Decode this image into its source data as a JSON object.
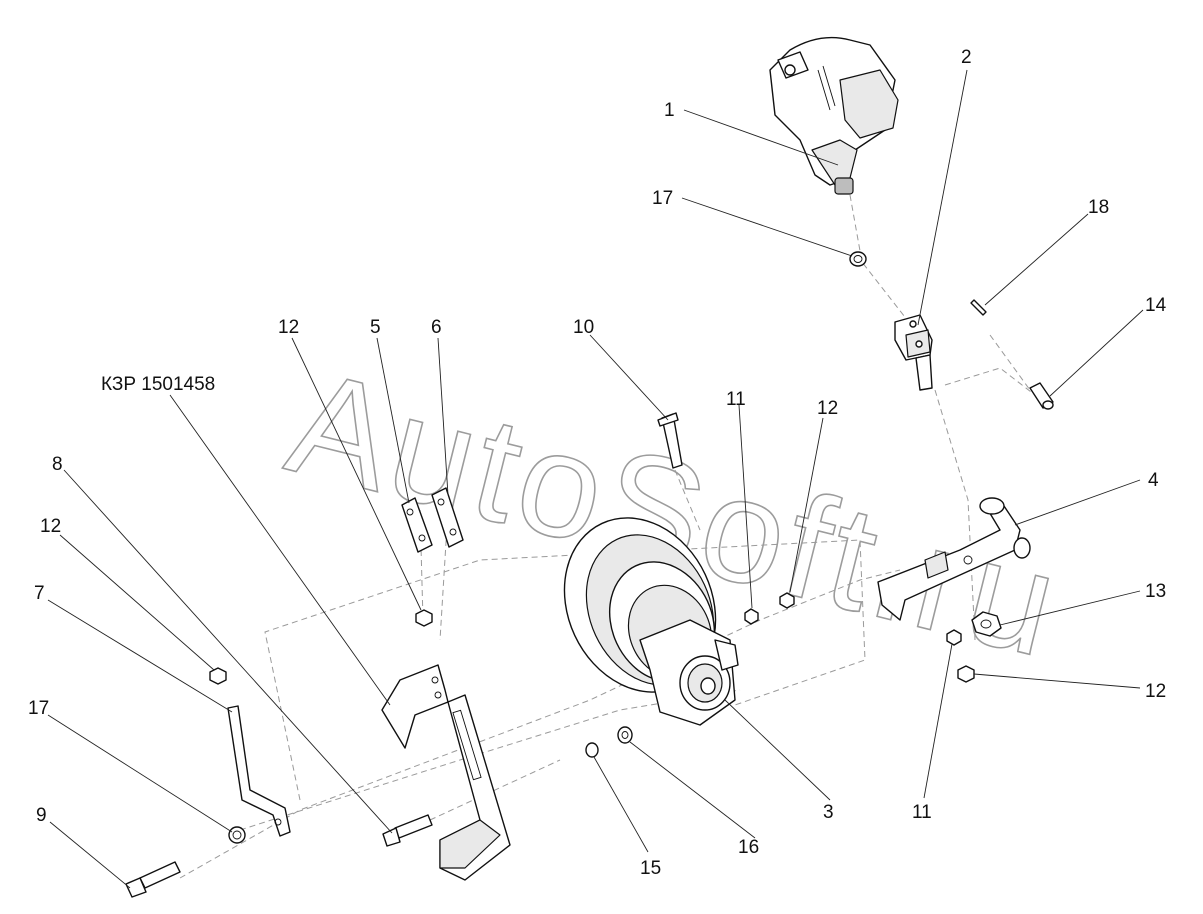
{
  "drawing": {
    "reference_label": "КЗР 1501458",
    "watermark": "AutoSoft.ru",
    "callouts": {
      "p1": "1",
      "p2": "2",
      "p3": "3",
      "p4": "4",
      "p5": "5",
      "p6": "6",
      "p7": "7",
      "p8": "8",
      "p9": "9",
      "p10": "10",
      "p11a": "11",
      "p11b": "11",
      "p12a": "12",
      "p12b": "12",
      "p12c": "12",
      "p12d": "12",
      "p13": "13",
      "p14": "14",
      "p15": "15",
      "p16": "16",
      "p17a": "17",
      "p17b": "17",
      "p18": "18"
    }
  }
}
